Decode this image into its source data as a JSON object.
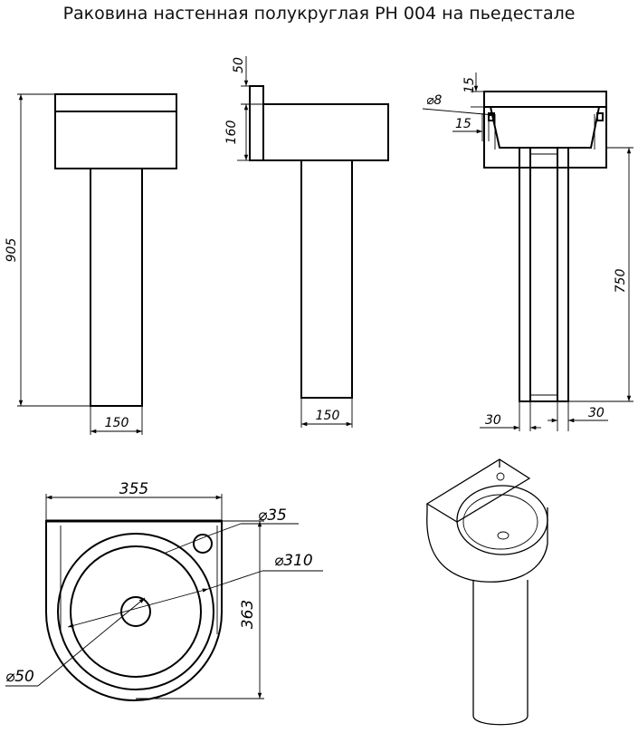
{
  "title": "Раковина настенная полукруглая РН 004 на пьедестале",
  "dimensions": {
    "front": {
      "height_total": "905",
      "width": "150"
    },
    "side": {
      "top": "50",
      "bowl_height": "160",
      "width": "150"
    },
    "back": {
      "hole_diameter": "⌀8",
      "offset_top": "15",
      "offset_inner": "15",
      "height": "750",
      "left": "30",
      "right": "30"
    },
    "plan": {
      "width": "355",
      "tap_hole": "⌀35",
      "bowl_diameter": "⌀310",
      "depth": "363",
      "drain": "⌀50"
    }
  }
}
